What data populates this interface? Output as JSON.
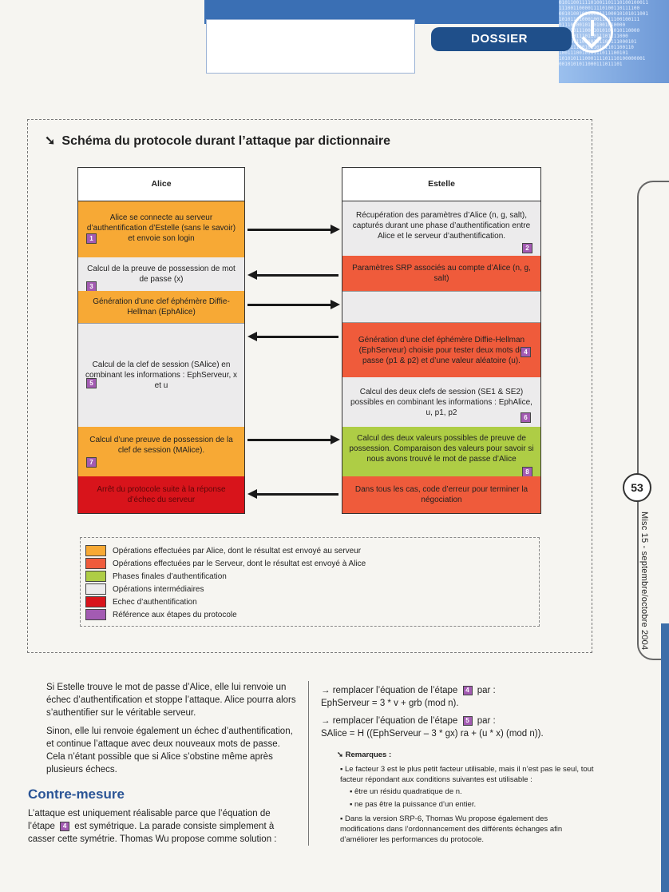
{
  "header": {
    "section_label": "DOSSIER",
    "binary_lines": [
      "0101100111101001101110100100011",
      "1110011000011110100110111100",
      "0010100101110011100010101011001",
      "1010111100010011011100100111",
      "01110100101101001010000",
      "1101101110011010101010110000",
      "110100111011011101111000",
      "101101110110101100111000101",
      "11001110010110101101100110",
      "100111001010111011100101",
      "101010111000111101110100000001",
      "0010101011000111011101"
    ]
  },
  "margin": {
    "page_number": "53",
    "issue": "Misc 15 - septembre/octobre 2004"
  },
  "schema": {
    "title": "Schéma du protocole durant l’attaque par dictionnaire",
    "title_arrow": "➘",
    "alice_header": "Alice",
    "estelle_header": "Estelle",
    "alice_steps": [
      {
        "text": "Alice se connecte au serveur d’authentification d’Estelle (sans le savoir) et envoie son login",
        "badge": "1"
      },
      {
        "text": "Calcul de la preuve de possession de mot de passe (x)",
        "badge": "3"
      },
      {
        "text": "Génération d’une clef éphémère Diffie-Hellman (EphAlice)",
        "badge": ""
      },
      {
        "text": "Calcul de la clef de session (SAlice) en combinant les informations : EphServeur, x et u",
        "badge": "5"
      },
      {
        "text": "Calcul d’une preuve de possession de la clef de session (MAlice).",
        "badge": "7"
      },
      {
        "text": "Arrêt du protocole suite à la réponse d’échec du serveur",
        "badge": ""
      }
    ],
    "estelle_steps": [
      {
        "text": "Récupération des paramètres d’Alice (n, g, salt), capturés durant une phase d’authentification entre Alice et le serveur d’authentification.",
        "badge": "2"
      },
      {
        "text": "Paramètres SRP associés au compte d’Alice (n, g, salt)",
        "badge": ""
      },
      {
        "text": "",
        "badge": ""
      },
      {
        "text": "Génération d’une clef éphémère Diffie-Hellman (EphServeur) choisie pour tester deux mots de passe (p1 & p2) et d’une valeur aléatoire (u).",
        "badge": "4"
      },
      {
        "text": "Calcul des deux clefs de session (SE1 & SE2) possibles en combinant les informations : EphAlice, u, p1, p2",
        "badge": "6"
      },
      {
        "text": "Calcul des deux valeurs possibles de preuve de possession. Comparaison des valeurs pour savoir si nous avons trouvé le mot de passe d’Alice",
        "badge": "8"
      },
      {
        "text": "Dans tous les cas, code d’erreur pour terminer la négociation",
        "badge": ""
      }
    ],
    "legend": [
      {
        "color": "#f7a935",
        "label": "Opérations effectuées par Alice, dont le résultat est envoyé au serveur"
      },
      {
        "color": "#ef5b3b",
        "label": "Opérations effectuées par le Serveur, dont le résultat est envoyé à Alice"
      },
      {
        "color": "#aecd45",
        "label": "Phases finales d’authentification"
      },
      {
        "color": "#ecebec",
        "label": "Opérations intermédiaires"
      },
      {
        "color": "#d8141b",
        "label": "Echec d’authentification"
      },
      {
        "color": "#a35bb2",
        "label": "Référence aux étapes du protocole"
      }
    ]
  },
  "article": {
    "para1": "Si Estelle trouve le mot de passe d’Alice, elle lui renvoie un échec d’authentification et stoppe l’attaque. Alice pourra alors s’authentifier sur le véritable serveur.",
    "para2": "Sinon, elle lui renvoie également un échec d’authentification, et continue l’attaque avec deux nouveaux mots de passe. Cela n’étant possible que si Alice s’obstine même après plusieurs échecs.",
    "heading": "Contre-mesure",
    "para3_a": "L’attaque est uniquement réalisable parce que l’équation de l’étape",
    "para3_badge": "4",
    "para3_b": "est symétrique. La parade consiste simplement à casser cette symétrie. Thomas Wu propose comme solution :",
    "right_1_prefix": "→ remplacer l’équation de l’étape",
    "right_1_badge": "4",
    "right_1_suffix": "par :",
    "right_1_eq": "EphServeur = 3 * v + grb (mod n).",
    "right_2_prefix": "→ remplacer l’équation de l’étape",
    "right_2_badge": "5",
    "right_2_suffix": "par :",
    "right_2_eq": "SAlice = H ((EphServeur – 3 * gx) ra + (u * x) (mod n)).",
    "remarks_title": "➘ Remarques :",
    "remark_1": "▪ Le facteur 3 est le plus petit facteur utilisable, mais il n’est pas le seul, tout facteur répondant aux conditions suivantes est utilisable :",
    "remark_1a": "▪ être un résidu quadratique de n.",
    "remark_1b": "▪ ne pas être la puissance d’un entier.",
    "remark_2": "▪ Dans la version SRP-6, Thomas Wu propose également des modifications dans l’ordonnancement des différents échanges afin d’améliorer les performances du protocole."
  }
}
